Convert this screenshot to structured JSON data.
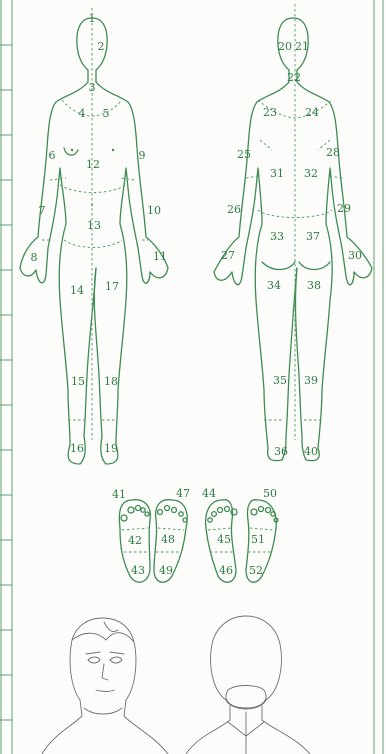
{
  "colors": {
    "outline": "#3f8a52",
    "label": "#2e7a43",
    "grid": "#5f9f70",
    "head_outline": "#6f6f6f",
    "background": "#fcfdfb"
  },
  "region_labels": {
    "r1": "1",
    "r2": "2",
    "r3": "3",
    "r4": "4",
    "r5": "5",
    "r6": "6",
    "r7": "7",
    "r8": "8",
    "r9": "9",
    "r10": "10",
    "r11": "11",
    "r12": "12",
    "r13": "13",
    "r14": "14",
    "r15": "15",
    "r16": "16",
    "r17": "17",
    "r18": "18",
    "r19": "19",
    "r20": "20",
    "r21": "21",
    "r22": "22",
    "r23": "23",
    "r24": "24",
    "r25": "25",
    "r26": "26",
    "r27": "27",
    "r28": "28",
    "r29": "29",
    "r30": "30",
    "r31": "31",
    "r32": "32",
    "r33": "33",
    "r34": "34",
    "r35": "35",
    "r36": "36",
    "r37": "37",
    "r38": "38",
    "r39": "39",
    "r40": "40",
    "r41": "41",
    "r42": "42",
    "r43": "43",
    "r44": "44",
    "r45": "45",
    "r46": "46",
    "r47": "47",
    "r48": "48",
    "r49": "49",
    "r50": "50",
    "r51": "51",
    "r52": "52"
  }
}
